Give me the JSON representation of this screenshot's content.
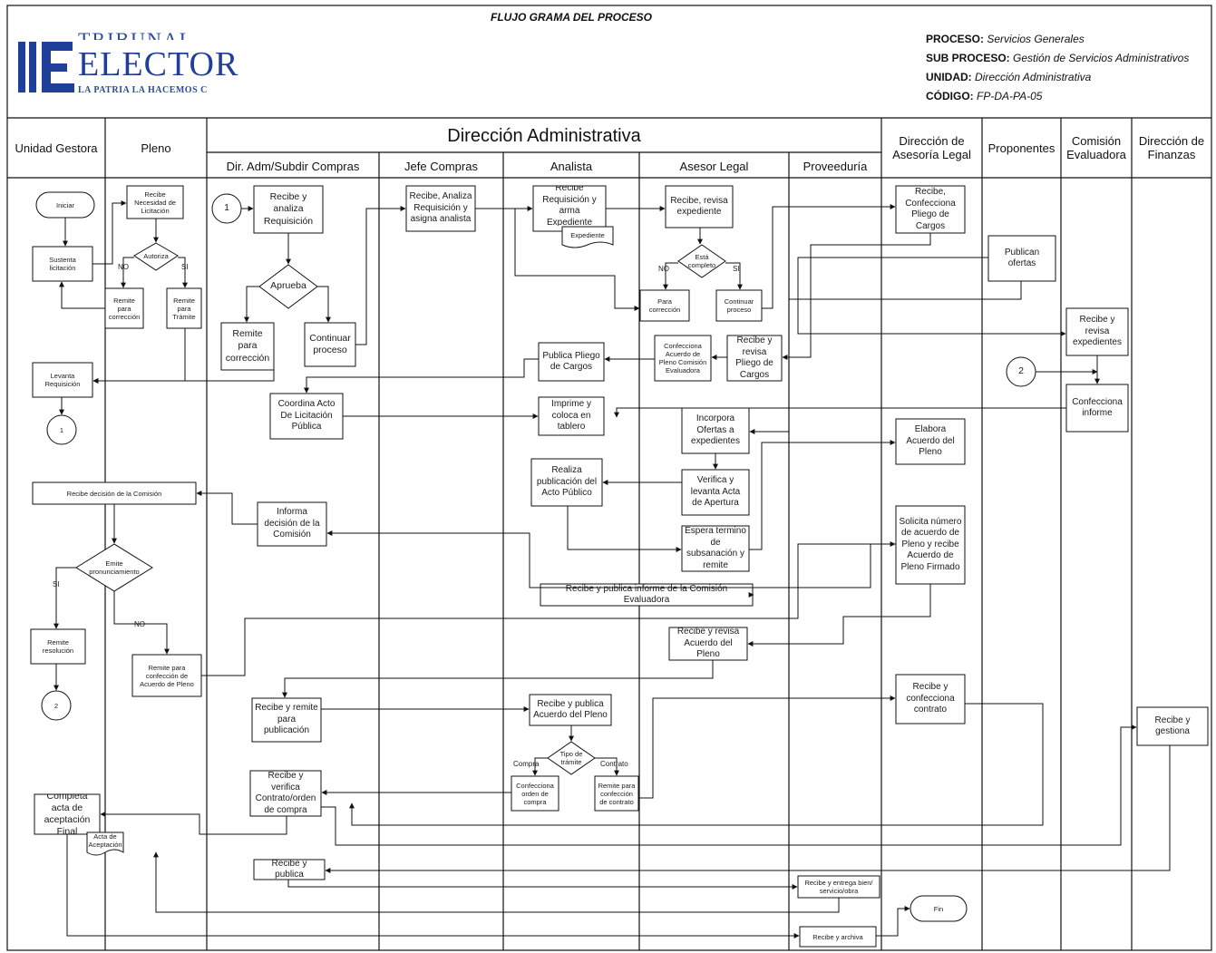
{
  "header": {
    "title": "FLUJO GRAMA DEL PROCESO",
    "logo": {
      "top_text": "TRIBUNAL",
      "main_text": "ELECTOR",
      "tagline": "LA PATRIA LA HACEMOS C",
      "brand_color": "#1f3f99"
    },
    "meta": {
      "proceso_label": "PROCESO:",
      "proceso_value": "Servicios Generales",
      "subproceso_label": "SUB PROCESO:",
      "subproceso_value": "Gestión de Servicios Administrativos",
      "unidad_label": "UNIDAD:",
      "unidad_value": "Dirección Administrativa",
      "codigo_label": "CÓDIGO:",
      "codigo_value": "FP-DA-PA-05"
    }
  },
  "lanes": {
    "group_title": "Dirección Administrativa",
    "unidad_gestora": "Unidad Gestora",
    "pleno": "Pleno",
    "dir_adm": "Dir. Adm/Subdir Compras",
    "jefe_compras": "Jefe Compras",
    "analista": "Analista",
    "asesor_legal": "Asesor Legal",
    "proveeduria": "Proveeduría",
    "dir_asesoria": "Dirección de Asesoría Legal",
    "proponentes": "Proponentes",
    "comision": "Comisión Evaluadora",
    "finanzas": "Dirección de Finanzas"
  },
  "nodes": {
    "iniciar": "Iniciar",
    "sustenta": "Sustenta licitación",
    "levanta": "Levanta Requisición",
    "conn1_a": "1",
    "conn2_a": "2",
    "recibe_decision": "Recibe decisión de la Comisión",
    "emite": "Emite pronunciamiento",
    "remite_resolucion": "Remite resolución",
    "conn2_b": "2",
    "completa_acta": "Completa acta de aceptación Final",
    "acta_doc": "Acta de Aceptación",
    "recibe_necesidad": "Recibe Necesidad de Licitación",
    "autoriza": "Autoriza",
    "remite_correccion_p": "Remite para corrección",
    "remite_tramite": "Remite para Trámite",
    "remite_confeccion": "Remite para confección de Acuerdo de Pleno",
    "conn1_b": "1",
    "recibe_analiza_req": "Recibe y analiza Requisición",
    "aprueba": "Aprueba",
    "remite_correccion_d": "Remite para corrección",
    "continuar_proceso_d": "Continuar proceso",
    "coordina_acto": "Coordina Acto De Licitación Pública",
    "informa_decision": "Informa decisión de la Comisión",
    "recibe_remite_pub": "Recibe y remite para publicación",
    "recibe_verifica": "Recibe y verifica Contrato/orden de compra",
    "recibe_publica": "Recibe y publica",
    "jefe_recibe": "Recibe, Analiza Requisición y asigna analista",
    "analista_recibe": "Recibe Requisición y arma Expediente",
    "expediente_doc": "Expediente",
    "publica_pliego": "Publica Pliego de Cargos",
    "imprime": "Imprime y coloca en tablero",
    "realiza_pub": "Realiza publicación del Acto Público",
    "recibe_publica_informe": "Recibe y publica informe de la Comisión Evaluadora",
    "recibe_publica_acuerdo": "Recibe y publica Acuerdo del Pleno",
    "tipo_tramite": "Tipo de trámite",
    "compra_lbl": "Compra",
    "contrato_lbl": "Contrato",
    "confecciona_orden": "Confecciona orden de compra",
    "remite_contrato": "Remite para confección de contrato",
    "asesor_recibe": "Recibe, revisa expediente",
    "esta_completo": "Está completo",
    "no_lbl": "NO",
    "si_lbl": "SI",
    "para_correccion": "Para corrección",
    "continuar_proceso_a": "Continuar proceso",
    "confecciona_acuerdo": "Confecciona Acuerdo de Pleno Comisión Evaluadora",
    "recibe_revisa_pliego": "Recibe y revisa Pliego de Cargos",
    "incorpora": "Incorpora Ofertas a expedientes",
    "verifica_acta": "Verifica y levanta Acta de Apertura",
    "espera": "Espera termino de subsanación y remite",
    "recibe_revisa_acuerdo": "Recibe y revisa Acuerdo del Pleno",
    "recibe_entrega": "Recibe y entrega bien/ servicio/obra",
    "recibe_archiva": "Recibe y archiva",
    "dal_confecciona_pliego": "Recibe, Confecciona Pliego de Cargos",
    "elabora_acuerdo": "Elabora Acuerdo del Pleno",
    "solicita_numero": "Solicita número de acuerdo de Pleno y recibe Acuerdo de Pleno Firmado",
    "recibe_confecciona_contrato": "Recibe y confecciona contrato",
    "fin": "Fin",
    "publican_ofertas": "Publican ofertas",
    "recibe_revisa_exp": "Recibe y revisa expedientes",
    "confecciona_informe": "Confecciona informe",
    "recibe_gestiona": "Recibe y gestiona",
    "autoriza_no": "NO",
    "autoriza_si": "SI",
    "emite_si": "SI",
    "emite_no": "NO",
    "esta_si": "SI"
  }
}
